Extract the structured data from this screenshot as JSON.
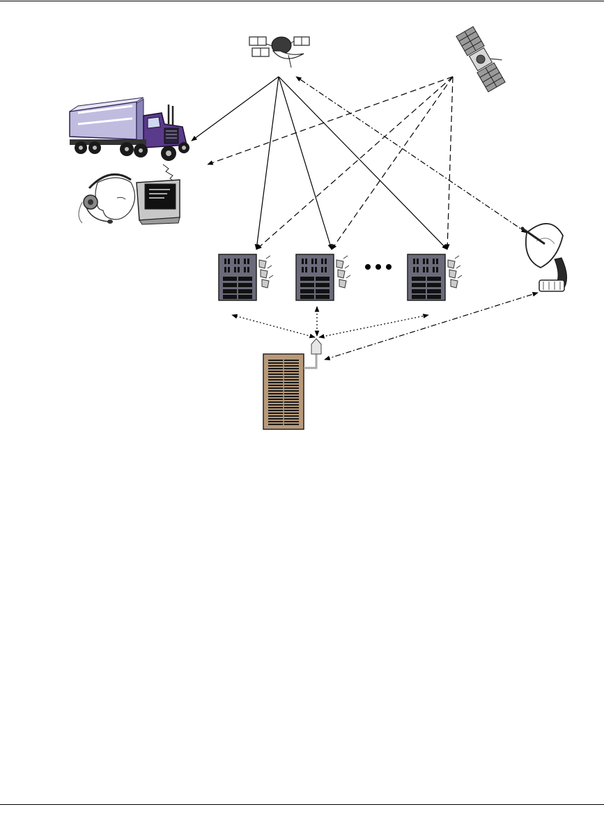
{
  "nodes": [
    {
      "id": "comm-satellite",
      "icon": "communication-satellite-icon"
    },
    {
      "id": "gps-satellite",
      "icon": "gps-satellite-icon"
    },
    {
      "id": "truck",
      "icon": "semi-truck-icon"
    },
    {
      "id": "dispatcher",
      "icon": "headset-operator-icon"
    },
    {
      "id": "dispatch-terminal",
      "icon": "computer-monitor-icon"
    },
    {
      "id": "reference-station-1",
      "icon": "reference-station-icon"
    },
    {
      "id": "reference-station-2",
      "icon": "reference-station-icon"
    },
    {
      "id": "reference-station-n",
      "icon": "reference-station-icon"
    },
    {
      "id": "ellipsis",
      "icon": "ellipsis-dots-icon"
    },
    {
      "id": "ground-antenna",
      "icon": "satellite-dish-icon"
    },
    {
      "id": "control-center",
      "icon": "server-rack-icon"
    }
  ],
  "links": [
    {
      "from": "comm-satellite",
      "to": "truck",
      "style": "solid"
    },
    {
      "from": "comm-satellite",
      "to": "reference-station-1",
      "style": "solid"
    },
    {
      "from": "comm-satellite",
      "to": "reference-station-2",
      "style": "solid"
    },
    {
      "from": "comm-satellite",
      "to": "reference-station-n",
      "style": "solid"
    },
    {
      "from": "gps-satellite",
      "to": "truck",
      "style": "dashed"
    },
    {
      "from": "gps-satellite",
      "to": "reference-station-1",
      "style": "dashed"
    },
    {
      "from": "gps-satellite",
      "to": "reference-station-2",
      "style": "dashed"
    },
    {
      "from": "gps-satellite",
      "to": "reference-station-n",
      "style": "dashed"
    },
    {
      "from": "ground-antenna",
      "to": "comm-satellite",
      "style": "dash-dot"
    },
    {
      "from": "control-center",
      "to": "ground-antenna",
      "style": "dash-dot"
    },
    {
      "from": "control-center",
      "to": "reference-station-1",
      "style": "dotted"
    },
    {
      "from": "control-center",
      "to": "reference-station-2",
      "style": "dotted"
    },
    {
      "from": "control-center",
      "to": "reference-station-n",
      "style": "dotted"
    }
  ],
  "colors": {
    "truck_trailer": "#b8b0d8",
    "truck_cab": "#5a3a8a",
    "station": "#6a6a7a",
    "server": "#a08060",
    "line": "#000000"
  }
}
